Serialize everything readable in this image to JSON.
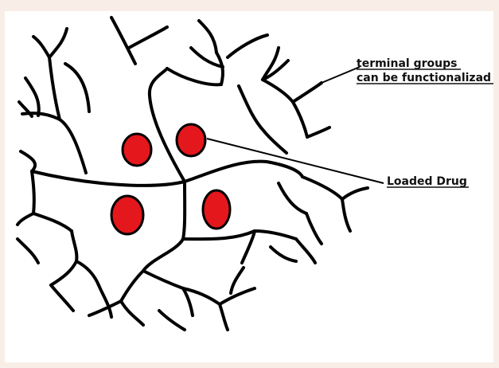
{
  "diagram": {
    "labels": {
      "terminal_line1": "terminal groups",
      "terminal_line2": "can be functionalizad",
      "loaded_drug": "Loaded Drug"
    },
    "colors": {
      "background": "#f8eee7",
      "canvas": "#ffffff",
      "branch": "#000000",
      "drug": "#e3171c"
    },
    "drug_count": 4
  }
}
